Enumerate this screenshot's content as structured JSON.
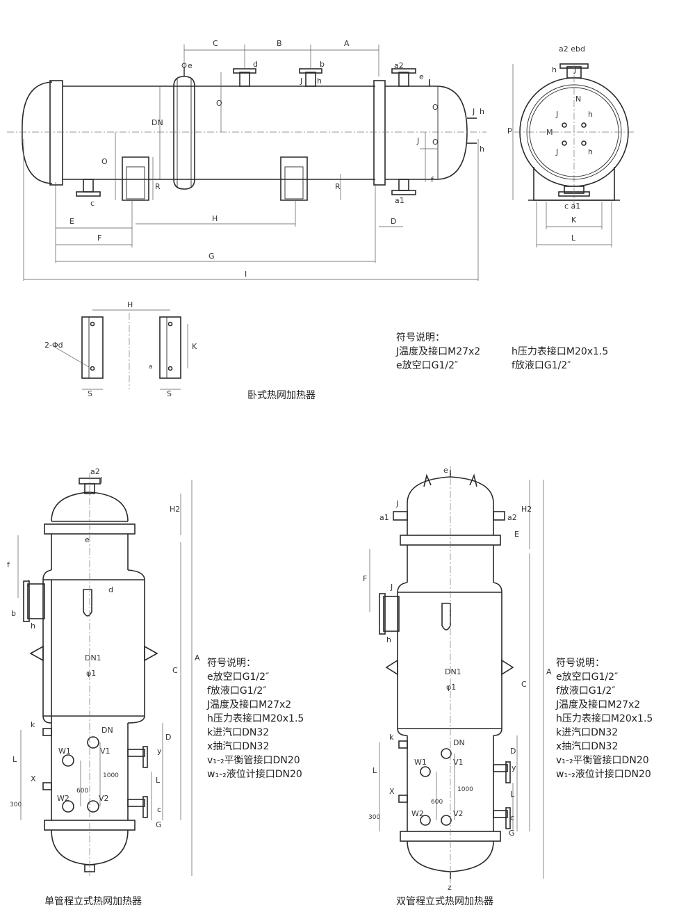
{
  "horizontal": {
    "caption": "卧式热网加热器",
    "legend_title": "符号说明：",
    "legend_col1": [
      "J温度及接口M27x2",
      "e放空口G1/2″"
    ],
    "legend_col2": [
      "h压力表接口M20x1.5",
      "f放液口G1/2″"
    ],
    "labels": {
      "A": "A",
      "B": "B",
      "C": "C",
      "D": "D",
      "E": "E",
      "F": "F",
      "G": "G",
      "H": "H",
      "I": "I",
      "R": "R",
      "DN": "DN",
      "O": "O",
      "d": "d",
      "b": "b",
      "e": "e",
      "f": "f",
      "J": "J",
      "h": "h",
      "a1": "a1",
      "a2": "a2",
      "c": "c",
      "K": "K",
      "L": "L",
      "N": "N",
      "M": "M",
      "a2ebd": "a2 ebd",
      "c_a1": "c a1",
      "p": "p",
      "twod": "2-Φd",
      "S": "S",
      "a": "a"
    }
  },
  "single": {
    "caption": "单管程立式热网加热器",
    "legend_title": "符号说明：",
    "legend": [
      "e放空口G1/2″",
      "f放液口G1/2″",
      "J温度及接口M27x2",
      "h压力表接口M20x1.5",
      "k进汽口DN32",
      "x抽汽口DN32",
      "v₁-₂平衡管接口DN20",
      "w₁-₂液位计接口DN20"
    ],
    "labels": {
      "a2": "a2",
      "J": "J",
      "H2": "H2",
      "e": "e",
      "f": "f",
      "d": "d",
      "b": "b",
      "h": "h",
      "DN1": "DN1",
      "phi1": "φ1",
      "A": "A",
      "C": "C",
      "D": "D",
      "k": "k",
      "DN": "DN",
      "W1": "W1",
      "V1": "V1",
      "W2": "W2",
      "V2": "V2",
      "X": "X",
      "L": "L",
      "y": "y",
      "c": "c",
      "G": "G",
      "s600": "600",
      "s1000": "1000",
      "s300": "300"
    }
  },
  "double": {
    "caption": "双管程立式热网加热器",
    "legend_title": "符号说明：",
    "legend": [
      "e放空口G1/2″",
      "f放液口G1/2″",
      "J温度及接口M27x2",
      "h压力表接口M20x1.5",
      "k进汽口DN32",
      "x抽汽口DN32",
      "v₁-₂平衡管接口DN20",
      "w₁-₂液位计接口DN20"
    ],
    "labels": {
      "e": "e",
      "J": "J",
      "a1": "a1",
      "a2": "a2",
      "H2": "H2",
      "E": "E",
      "F": "F",
      "h": "h",
      "DN1": "DN1",
      "phi1": "φ1",
      "A": "A",
      "C": "C",
      "D": "D",
      "k": "k",
      "DN": "DN",
      "W1": "W1",
      "V1": "V1",
      "W2": "W2",
      "V2": "V2",
      "X": "X",
      "L": "L",
      "y": "y",
      "c": "c",
      "G": "G",
      "s600": "600",
      "s1000": "1000",
      "s300": "300",
      "z": "z"
    }
  },
  "colors": {
    "line": "#2a2a2a",
    "text": "#222222",
    "background": "#ffffff"
  }
}
